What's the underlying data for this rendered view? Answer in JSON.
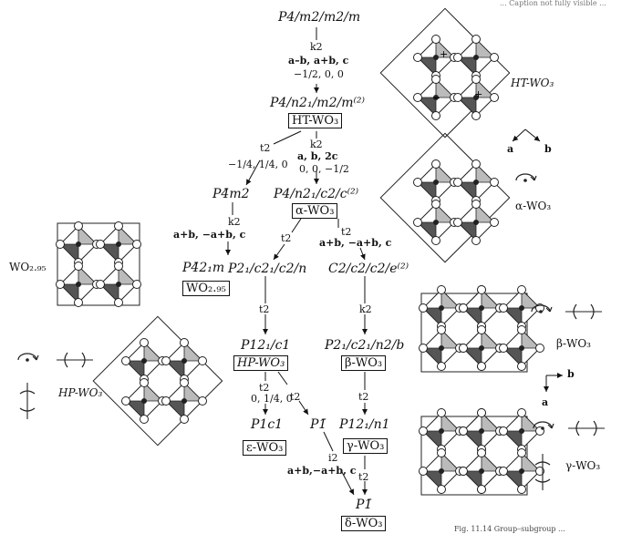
{
  "header": {
    "top_text": "... Caption not fully visible ..."
  },
  "tree": {
    "root": {
      "sg": "P4/m2/m2/m",
      "rel": "k2",
      "basis": "a–b, a+b, c",
      "origin": "−1/2, 0, 0"
    },
    "ht": {
      "sg": "P4/n2₁/m2/m⁽²⁾",
      "label": "HT-WO₃"
    },
    "ht_to_alpha": {
      "rel": "k2",
      "basis": "a, b, 2c",
      "origin": "0, 0, −1/2"
    },
    "ht_to_p4m2": {
      "rel": "t2",
      "origin": "−1/4, 1/4, 0"
    },
    "alpha": {
      "sg": "P4/n2₁/c2/c⁽²⁾",
      "label": "α-WO₃"
    },
    "p4m2": {
      "sg": "P4̄m2",
      "rel": "k2",
      "basis": "a+b, −a+b, c"
    },
    "wo295": {
      "sg": "P4̄2₁m",
      "label": "WO₂.₉₅"
    },
    "alpha_left": {
      "rel": "t2",
      "sg": "P2₁/c2₁/c2/n"
    },
    "alpha_right": {
      "rel": "t2",
      "basis": "a+b, −a+b, c",
      "sg": "C2/c2/c2/e⁽²⁾"
    },
    "hp_path": {
      "rel": "t2",
      "sg": "P12₁/c1",
      "label": "HP-WO₃"
    },
    "beta_path": {
      "rel": "k2",
      "sg": "P2₁/c2₁/n2/b",
      "label": "β-WO₃"
    },
    "eps_path": {
      "rel": "t2",
      "origin": "0, 1/4, 0",
      "sg": "P1c1",
      "label": "ε-WO₃"
    },
    "p1bar_left": {
      "rel": "t2",
      "sg": "P1̄"
    },
    "gamma_path": {
      "rel": "t2",
      "sg": "P12₁/n1",
      "label": "γ-WO₃"
    },
    "delta_path": {
      "rel_i": "i2",
      "basis": "a+b,−a+b, c",
      "rel_t": "t2",
      "sg": "P1̄",
      "label": "δ-WO₃"
    }
  },
  "structures": {
    "ht_wo3": "HT-WO₃",
    "alpha_wo3": "α-WO₃",
    "wo295": "WO₂.₉₅",
    "hp_wo3": "HP-WO₃",
    "beta_wo3": "β-WO₃",
    "gamma_wo3": "γ-WO₃",
    "axes_top": {
      "a": "a",
      "b": "b"
    },
    "axes_right": {
      "a": "a",
      "b": "b"
    }
  },
  "footer": {
    "caption": "Fig. 11.14 Group–subgroup ..."
  }
}
